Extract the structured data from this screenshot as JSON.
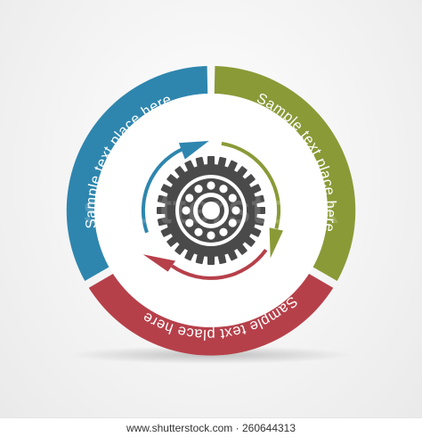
{
  "diagram": {
    "segments": [
      {
        "id": "blue",
        "label": "Sample text place here",
        "color": "#2e86ae"
      },
      {
        "id": "green",
        "label": "Sample text place here",
        "color": "#8a9a37"
      },
      {
        "id": "red",
        "label": "Sample text place here",
        "color": "#b6404a"
      }
    ],
    "center_icon": "gear-icon"
  },
  "watermark": "shutterstock",
  "footer": {
    "url": "www.shutterstock.com · 260644313"
  }
}
